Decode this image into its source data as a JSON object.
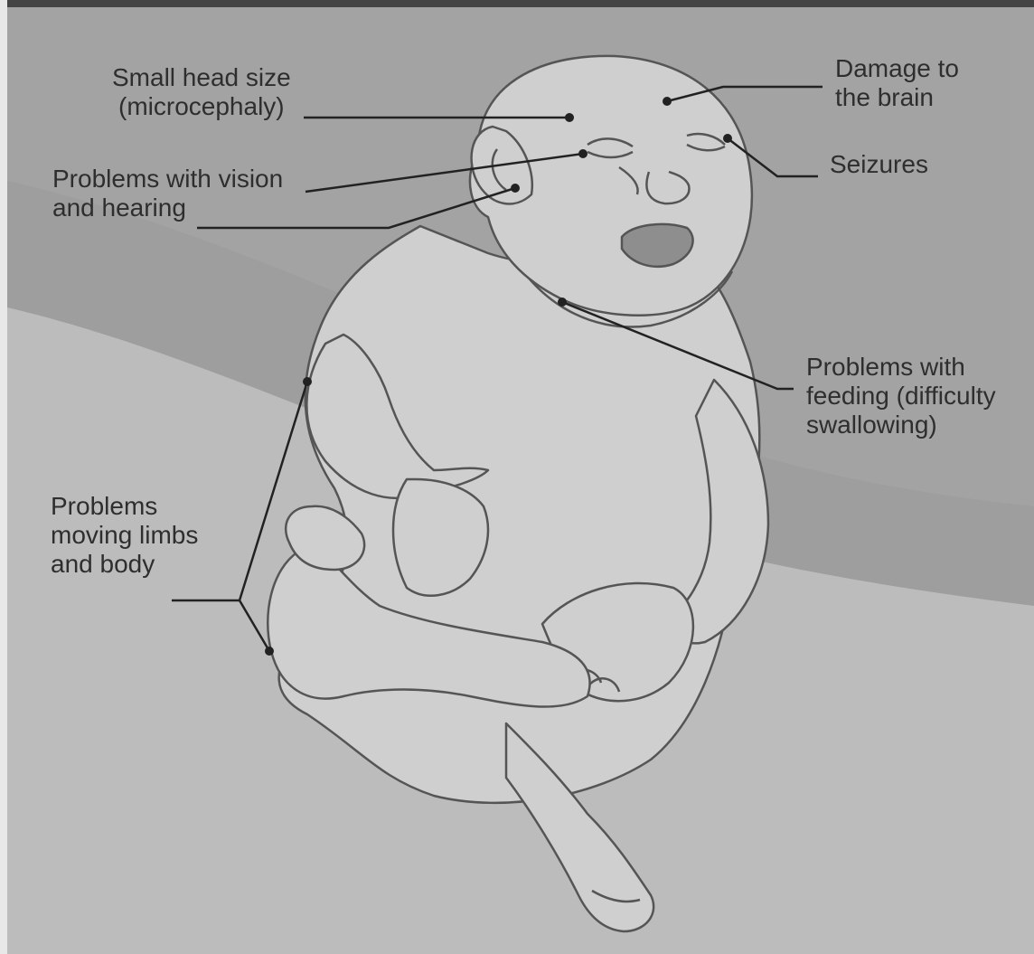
{
  "labels": {
    "head_size": [
      "Small head size",
      "(microcephaly)"
    ],
    "brain": [
      "Damage to",
      "the brain"
    ],
    "seizures": [
      "Seizures"
    ],
    "vision": [
      "Problems with vision",
      "and hearing"
    ],
    "feeding": [
      "Problems with",
      "feeding (difficulty",
      "swallowing)"
    ],
    "limbs": [
      "Problems",
      "moving limbs",
      "and body"
    ]
  }
}
